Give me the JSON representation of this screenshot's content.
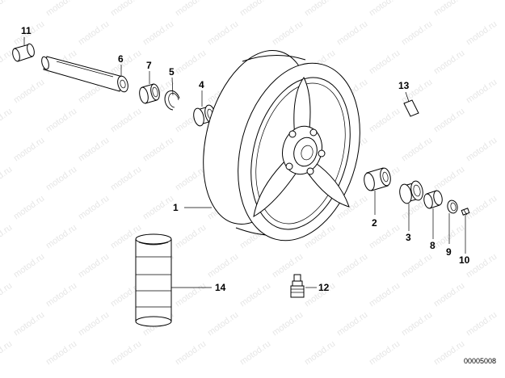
{
  "diagram": {
    "watermark": "motod.ru",
    "ref_number": "00005008",
    "callouts": {
      "p1": "1",
      "p2": "2",
      "p3": "3",
      "p4": "4",
      "p5": "5",
      "p6": "6",
      "p7": "7",
      "p8": "8",
      "p9": "9",
      "p10": "10",
      "p11": "11",
      "p12": "12",
      "p13": "13",
      "p14": "14"
    },
    "parts": [
      {
        "id": "1",
        "name": "wheel-rim"
      },
      {
        "id": "2",
        "name": "spacer-sleeve"
      },
      {
        "id": "3",
        "name": "ball-bearing-right"
      },
      {
        "id": "4",
        "name": "ball-bearing-left"
      },
      {
        "id": "5",
        "name": "circlip"
      },
      {
        "id": "6",
        "name": "axle"
      },
      {
        "id": "7",
        "name": "bushing"
      },
      {
        "id": "8",
        "name": "spacer-bush"
      },
      {
        "id": "9",
        "name": "cap"
      },
      {
        "id": "10",
        "name": "screw"
      },
      {
        "id": "11",
        "name": "spacer"
      },
      {
        "id": "12",
        "name": "valve"
      },
      {
        "id": "13",
        "name": "balance-weight"
      },
      {
        "id": "14",
        "name": "tube-roll"
      }
    ]
  }
}
